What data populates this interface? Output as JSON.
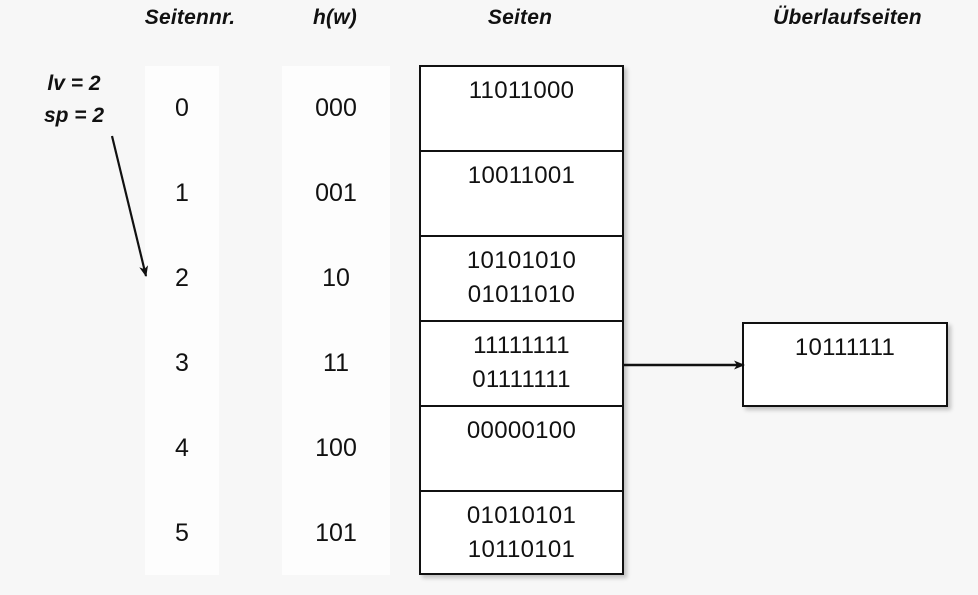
{
  "headers": {
    "seitennr": "Seitennr.",
    "hw": "h(w)",
    "seiten": "Seiten",
    "ueberlaufseiten": "Überlaufseiten"
  },
  "params": {
    "lv": "lv = 2",
    "sp": "sp = 2"
  },
  "rows": [
    {
      "seitennr": "0",
      "hw": "000",
      "entries": [
        "11011000"
      ]
    },
    {
      "seitennr": "1",
      "hw": "001",
      "entries": [
        "10011001"
      ]
    },
    {
      "seitennr": "2",
      "hw": "10",
      "entries": [
        "10101010",
        "01011010"
      ]
    },
    {
      "seitennr": "3",
      "hw": "11",
      "entries": [
        "11111111",
        "01111111"
      ]
    },
    {
      "seitennr": "4",
      "hw": "100",
      "entries": [
        "00000100"
      ]
    },
    {
      "seitennr": "5",
      "hw": "101",
      "entries": [
        "01010101",
        "10110101"
      ]
    }
  ],
  "overflow": {
    "entries": [
      "10111111"
    ],
    "from_row_index": 3
  },
  "colors": {
    "background": "#f7f7f7",
    "panel": "#fdfdfd",
    "box_fill": "#ffffff",
    "stroke": "#111111",
    "text": "#101010"
  }
}
